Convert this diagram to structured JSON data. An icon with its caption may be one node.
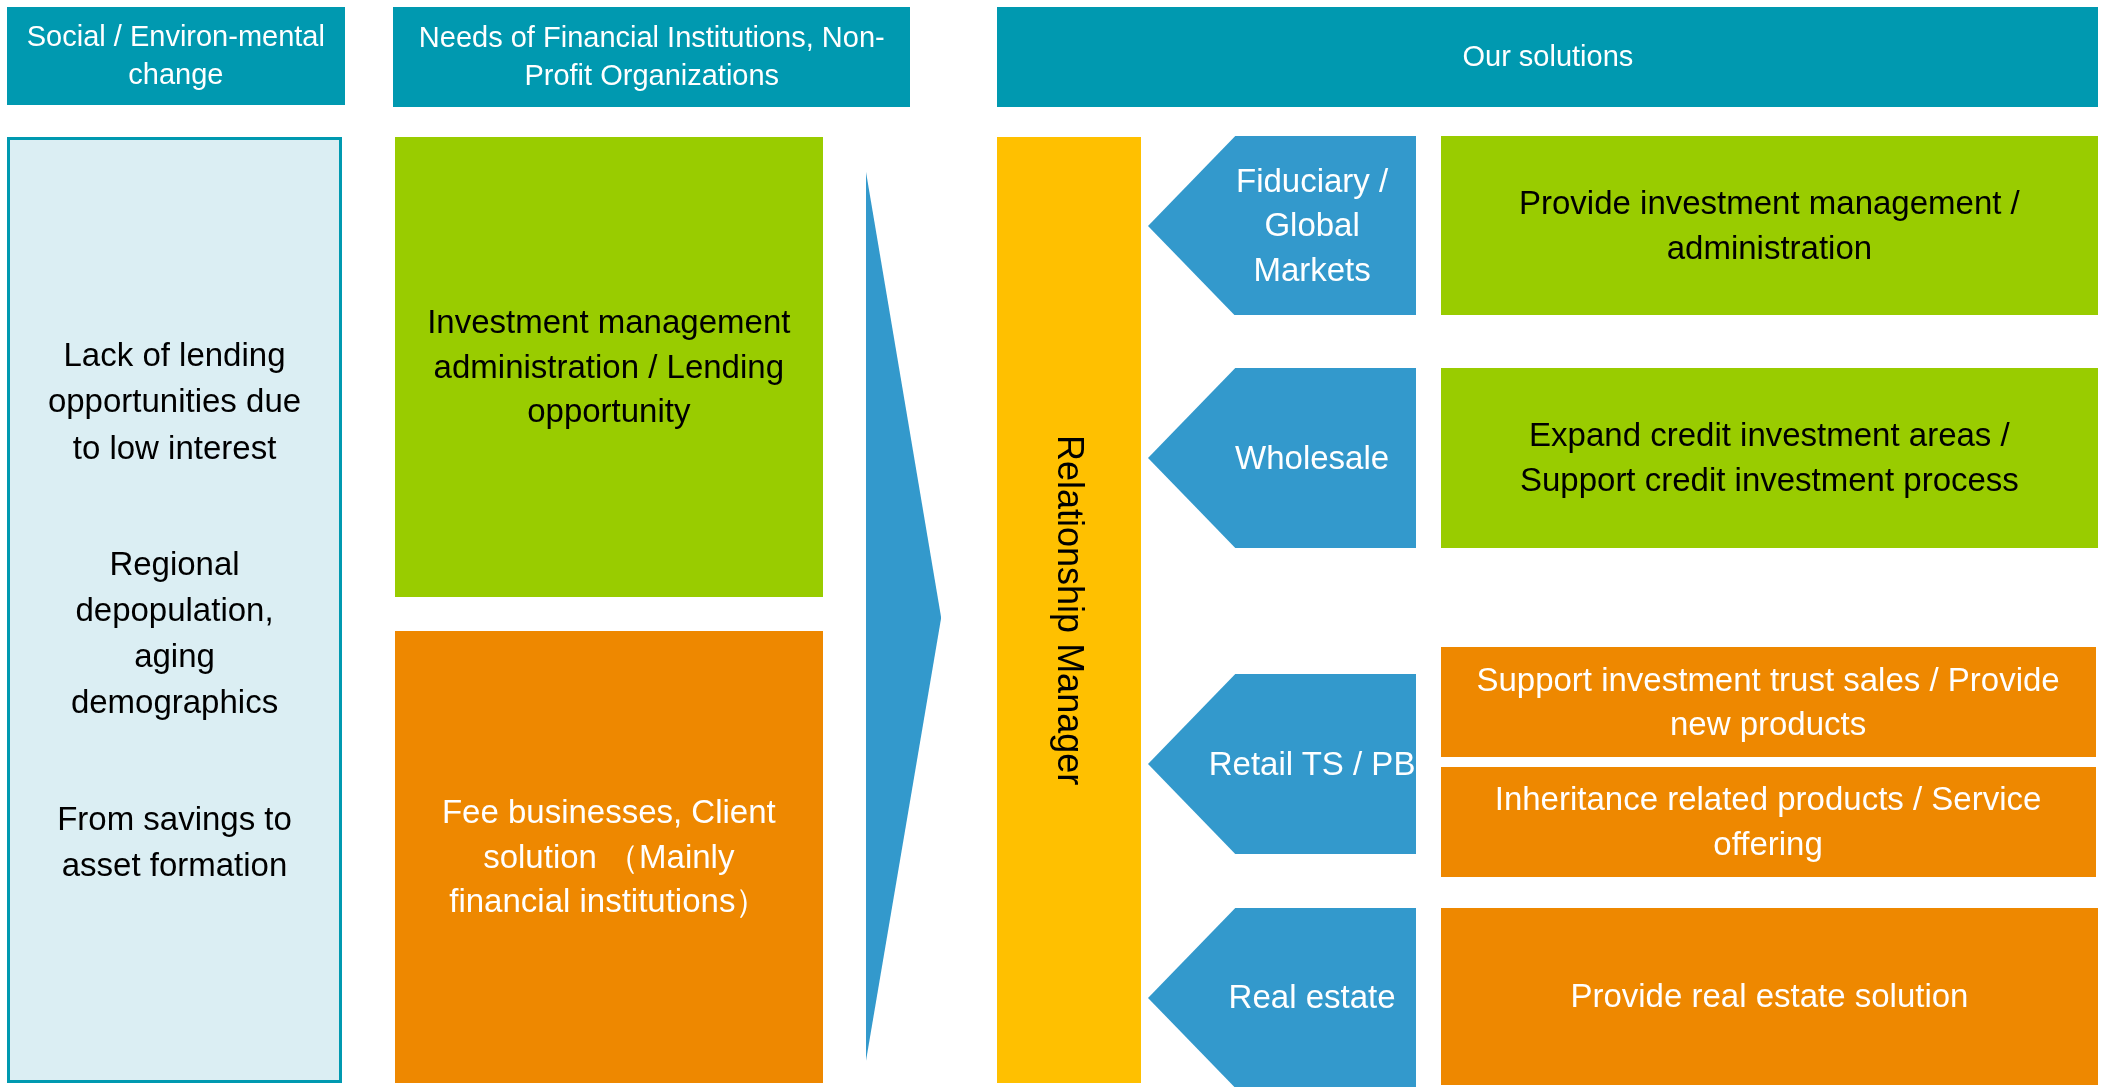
{
  "diagram": {
    "nodes": [
      {
        "text": [
          "Social / Environ-mental change"
        ]
      },
      {
        "text": [
          "Needs of Financial Institutions, Non-Profit Organizations"
        ]
      },
      {
        "text": [
          "Our solutions"
        ]
      },
      {
        "text": [
          "Lack of lending opportunities due to low interest",
          "Regional depopulation, aging demographics",
          "From savings to asset formation"
        ]
      },
      {
        "text": [
          "Investment management administration / Lending opportunity"
        ]
      },
      {
        "text": [
          "Fee businesses, Client solution （Mainly financial institutions）"
        ]
      },
      {
        "text": [],
        "shape": "triangle"
      },
      {
        "text": [
          "Relationship Manager"
        ]
      },
      {
        "text": [
          "Fiduciary / Global Markets"
        ]
      },
      {
        "text": [
          "Provide investment management / administration"
        ]
      },
      {
        "text": [
          "Wholesale"
        ]
      },
      {
        "text": [
          "Expand credit investment areas / Support credit investment process"
        ]
      },
      {
        "text": [
          "Retail TS / PB"
        ]
      },
      {
        "text": [
          "Support investment trust sales / Provide new products"
        ]
      },
      {
        "text": [
          "Inheritance related products / Service offering"
        ]
      },
      {
        "text": [
          "Real estate"
        ]
      },
      {
        "text": [
          "Provide real estate solution"
        ]
      }
    ]
  }
}
